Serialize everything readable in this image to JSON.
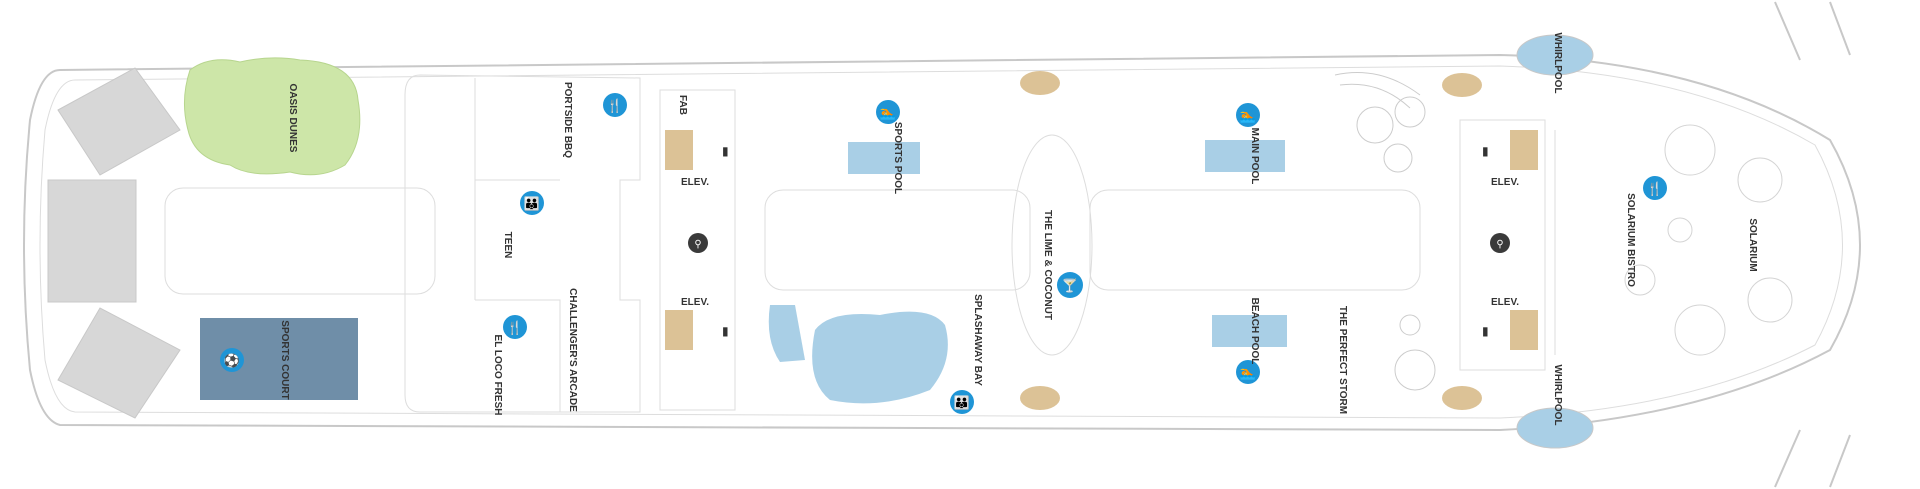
{
  "deck_map": {
    "colors": {
      "background": "#ffffff",
      "hull_fill": "#ffffff",
      "outline": "#c8c8c8",
      "pool_water": "#a9cfe6",
      "sports_court": "#6f8ea8",
      "green_area": "#cde6a8",
      "elevator_pad": "#dcc296",
      "gray_block": "#d7d7d7",
      "icon_blue": "#1f95d6",
      "icon_dark": "#3a3a3a",
      "text": "#333333"
    },
    "labels": {
      "oasis_dunes": "OASIS DUNES",
      "sports_court": "SPORTS COURT",
      "portside_bbq": "PORTSIDE BBQ",
      "teen": "TEEN",
      "el_loco_fresh": "EL LOCO FRESH",
      "challengers_arcade": "CHALLENGER'S ARCADE",
      "fab": "FAB",
      "elev_1": "ELEV.",
      "elev_2": "ELEV.",
      "elev_3": "ELEV.",
      "elev_4": "ELEV.",
      "sports_pool": "SPORTS POOL",
      "splashaway_bay": "SPLASHAWAY BAY",
      "lime_coconut": "THE LIME & COCONUT",
      "main_pool": "MAIN POOL",
      "beach_pool": "BEACH POOL",
      "perfect_storm": "THE PERFECT STORM",
      "whirlpool_top": "WHIRLPOOL",
      "whirlpool_bottom": "WHIRLPOOL",
      "solarium_bistro": "SOLARIUM BISTRO",
      "solarium": "SOLARIUM"
    },
    "icons": {
      "dining": "fork-knife-icon",
      "family": "family-icon",
      "pool": "swimmer-icon",
      "bar": "cocktail-glass-icon",
      "restroom": "restroom-icon",
      "sports": "sports-icon",
      "stairs": "stairs-icon"
    }
  }
}
